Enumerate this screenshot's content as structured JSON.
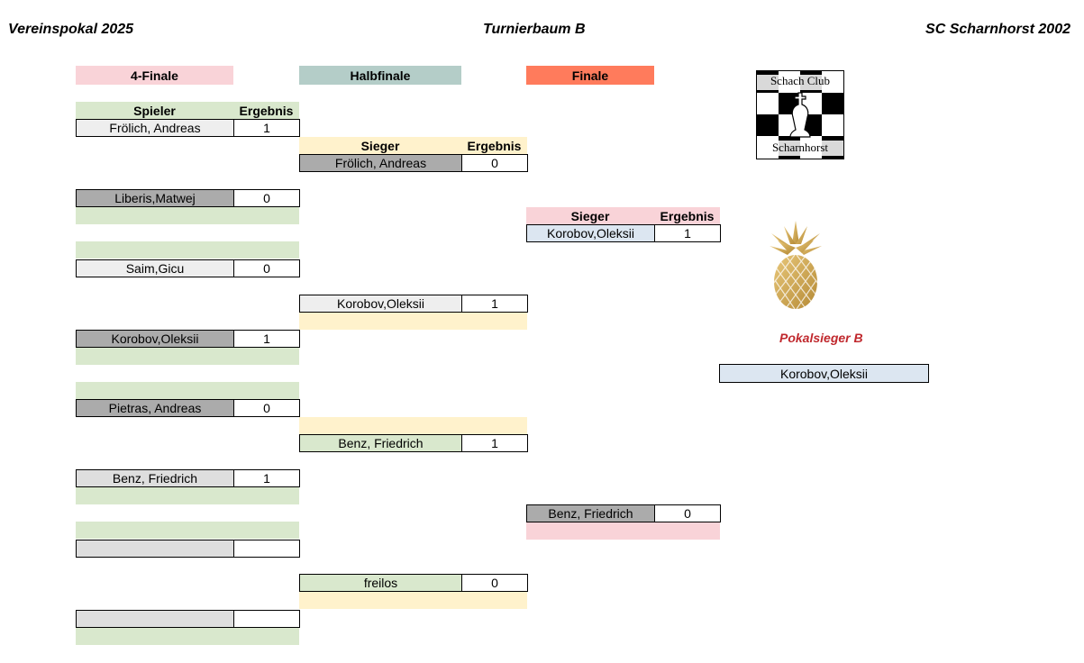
{
  "header": {
    "left": "Vereinspokal 2025",
    "center": "Turnierbaum B",
    "right": "SC Scharnhorst 2002"
  },
  "rounds": {
    "quarter": "4-Finale",
    "semi": "Halbfinale",
    "final": "Finale"
  },
  "columns": {
    "player": "Spieler",
    "result": "Ergebnis",
    "winner": "Sieger"
  },
  "quarterfinal": [
    {
      "name": "Frölich, Andreas",
      "score": "1"
    },
    {
      "name": "Liberis,Matwej",
      "score": "0"
    },
    {
      "name": "Saim,Gicu",
      "score": "0"
    },
    {
      "name": "Korobov,Oleksii",
      "score": "1"
    },
    {
      "name": "Pietras, Andreas",
      "score": "0"
    },
    {
      "name": "Benz, Friedrich",
      "score": "1"
    },
    {
      "name": "",
      "score": ""
    },
    {
      "name": "",
      "score": ""
    }
  ],
  "semifinal": [
    {
      "name": "Frölich, Andreas",
      "score": "0"
    },
    {
      "name": "Korobov,Oleksii",
      "score": "1"
    },
    {
      "name": "Benz, Friedrich",
      "score": "1"
    },
    {
      "name": "freilos",
      "score": "0"
    }
  ],
  "final": [
    {
      "name": "Korobov,Oleksii",
      "score": "1"
    },
    {
      "name": "Benz, Friedrich",
      "score": "0"
    }
  ],
  "logo": {
    "top": "Schach Club",
    "bottom": "Scharnhorst"
  },
  "champion": {
    "title": "Pokalsieger B",
    "name": "Korobov,Oleksii"
  },
  "colors": {
    "pink": "#f9d3d8",
    "teal": "#b4cdc8",
    "orange": "#ff7b5c",
    "green": "#d9e8cd",
    "yellow": "#fff2cc",
    "lightgray": "#eeeeee",
    "darkgray": "#ababab",
    "midgray": "#dedede",
    "lightblue": "#dce6f1",
    "gold": "#c9a14f"
  }
}
